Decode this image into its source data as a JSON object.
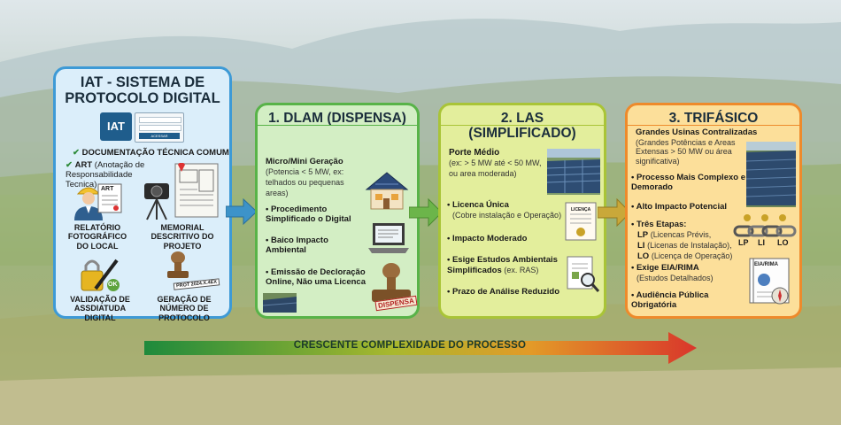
{
  "iat": {
    "title": "IAT - SISTEMA DE PROTOCOLO DIGITAL",
    "logo": "IAT",
    "login_btn": "ACESSAR",
    "doc_header": "DOCUMENTAÇÃO TÉCNICA COMUM",
    "art": "ART",
    "art_desc": "(Anotação de Responsabilidade Tecnica)",
    "art_doc": "ART",
    "relatorio": "RELATÓRIO FOTOGRÁFICO DO LOCAL",
    "memorial": "MEMORIAL DESCRITIVO DO PROJETO",
    "validacao": "VALIDAÇÃO DE ASSDIATUDA DIGITAL",
    "ok": "OK",
    "stamp": "PROT 2024.X.4EX",
    "geracao": "GERAÇÃO DE NÚMERO DE PROTOCOLO"
  },
  "dlam": {
    "title": "1. DLAM (DISPENSA)",
    "item1": "Micro/Mini Geração",
    "item1_sub": "(Potencia < 5 MW, ex: telhados ou pequenas areas)",
    "item2": "Procedimento Simplificado o Digital",
    "item3": "Baico Impacto Ambiental",
    "item4": "Emissão de Decloração Online, Não uma Licenca",
    "stamp": "DISPENSA"
  },
  "las": {
    "title": "2. LAS (SIMPLIFICADO)",
    "porte": "Porte Médio",
    "porte_sub": "(ex: > 5 MW até < 50 MW, ou area moderada)",
    "item1": "Licenca Única",
    "item1_sub": "(Cobre instalação e Operação)",
    "cert": "LICENÇA",
    "item2": "Impacto Moderado",
    "item3": "Esige Estudos Ambientais Simplificados",
    "item3_sub": "(ex. RAS)",
    "item4": "Prazo de Análise Reduzido"
  },
  "tri": {
    "title": "3. TRIFÁSICO",
    "header": "Grandes Usinas Contralizadas",
    "header_sub": "(Grandes Potências e Areas Extensas > 50 MW ou área significativa)",
    "item1": "Processo Mais Complexo e Demorado",
    "item2": "Alto Impacto Potencial",
    "item3": "Três Etapas:",
    "lp": "LP",
    "lp_desc": "(Licencas Prévis,",
    "li": "LI",
    "li_desc": "(Licenas de Instalação),",
    "lo": "LO",
    "lo_desc": "(Licença de Operação)",
    "chain_lp": "LP",
    "chain_li": "LI",
    "chain_lo": "LO",
    "item4": "Exige EIA/RIMA",
    "item4_sub": "(Estudos Detalhados)",
    "doc": "EIA/RIMA",
    "item5": "Audiência Pública Obrigatória"
  },
  "footer": {
    "label": "CRESCENTE COMPLEXIDADE DO PROCESSO"
  },
  "colors": {
    "iat": "#3d9ad6",
    "dlam": "#58b348",
    "las": "#a9c437",
    "tri": "#ee8a2b"
  }
}
